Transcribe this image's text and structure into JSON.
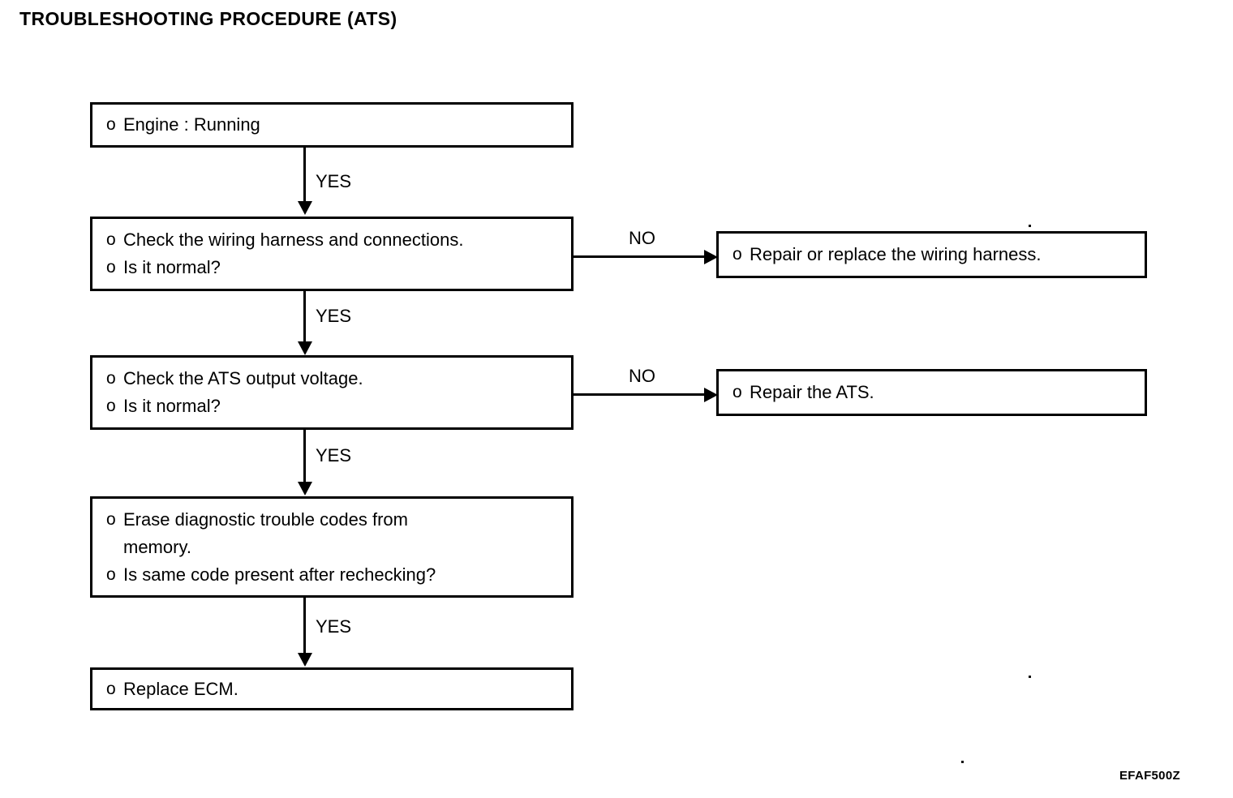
{
  "document": {
    "title": "TROUBLESHOOTING PROCEDURE (ATS)",
    "footer_code": "EFAF500Z"
  },
  "flowchart": {
    "bullet_glyph": "o",
    "nodes": [
      {
        "id": "engine-running",
        "lines": [
          "Engine : Running"
        ]
      },
      {
        "id": "check-wiring-harness",
        "lines": [
          "Check the wiring harness and connections.",
          "Is it normal?"
        ]
      },
      {
        "id": "repair-replace-wiring-harness",
        "lines": [
          "Repair or replace the wiring harness."
        ]
      },
      {
        "id": "check-ats-output-voltage",
        "lines": [
          "Check the ATS output voltage.",
          "Is it normal?"
        ]
      },
      {
        "id": "repair-the-ats",
        "lines": [
          "Repair the ATS."
        ]
      },
      {
        "id": "erase-diagnostic-trouble-codes",
        "lines": [
          "Erase diagnostic trouble codes from memory.",
          "Is same code present after rechecking?"
        ]
      },
      {
        "id": "replace-ecm",
        "lines": [
          "Replace ECM."
        ]
      }
    ],
    "edges": [
      {
        "id": "engine-to-wiring",
        "label": "YES",
        "direction": "down"
      },
      {
        "id": "wiring-no-to-repair-harness",
        "label": "NO",
        "direction": "right"
      },
      {
        "id": "wiring-to-ats-voltage",
        "label": "YES",
        "direction": "down"
      },
      {
        "id": "ats-no-to-repair-ats",
        "label": "NO",
        "direction": "right"
      },
      {
        "id": "ats-to-erase-codes",
        "label": "YES",
        "direction": "down"
      },
      {
        "id": "erase-to-replace-ecm",
        "label": "YES",
        "direction": "down"
      }
    ]
  }
}
